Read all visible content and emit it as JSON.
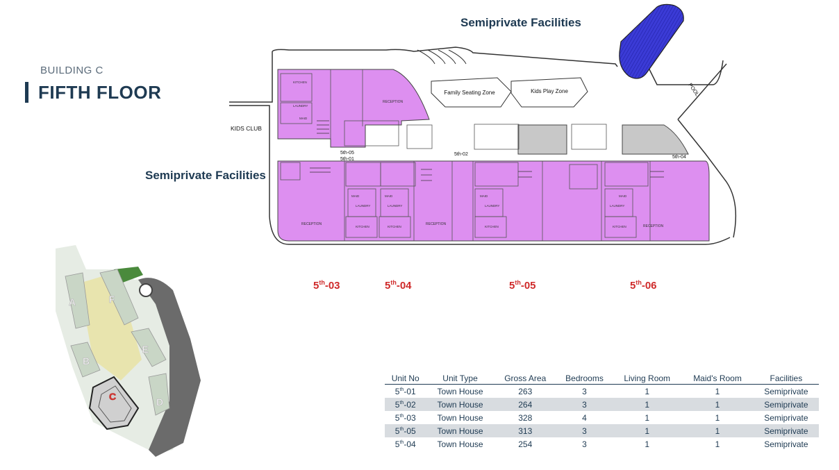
{
  "header": {
    "building": "BUILDING C",
    "floor": "FIFTH FLOOR"
  },
  "callouts": {
    "top": "Semiprivate Facilities",
    "left": "Semiprivate Facilities"
  },
  "plan_labels": {
    "kids_club": "KIDS CLUB",
    "family_seating": "Family Seating Zone",
    "kids_play": "Kids Play Zone",
    "pool": "POOL",
    "reception": "RECEPTION",
    "kitchen": "KITCHEN",
    "maid": "MAID",
    "laundry": "LAUNDRY",
    "u05": "5th-05",
    "u01": "5th-01",
    "u02": "5th-02",
    "u04": "5th-04"
  },
  "keyplan_labels": [
    "A",
    "F",
    "B",
    "E",
    "C",
    "D"
  ],
  "units": [
    {
      "base": "5",
      "sup": "th",
      "suffix": "-03"
    },
    {
      "base": "5",
      "sup": "th",
      "suffix": "-04"
    },
    {
      "base": "5",
      "sup": "th",
      "suffix": "-05"
    },
    {
      "base": "5",
      "sup": "th",
      "suffix": "-06"
    }
  ],
  "table": {
    "headers": [
      "Unit No",
      "Unit Type",
      "Gross Area",
      "Bedrooms",
      "Living Room",
      "Maid's Room",
      "Facilities"
    ],
    "rows": [
      {
        "no_base": "5",
        "no_sup": "th",
        "no_suffix": "-01",
        "type": "Town House",
        "area": "263",
        "bedrooms": "3",
        "living": "1",
        "maid": "1",
        "facilities": "Semiprivate"
      },
      {
        "no_base": "5",
        "no_sup": "th",
        "no_suffix": "-02",
        "type": "Town House",
        "area": "264",
        "bedrooms": "3",
        "living": "1",
        "maid": "1",
        "facilities": "Semiprivate"
      },
      {
        "no_base": "5",
        "no_sup": "th",
        "no_suffix": "-03",
        "type": "Town House",
        "area": "328",
        "bedrooms": "4",
        "living": "1",
        "maid": "1",
        "facilities": "Semiprivate"
      },
      {
        "no_base": "5",
        "no_sup": "th",
        "no_suffix": "-05",
        "type": "Town House",
        "area": "313",
        "bedrooms": "3",
        "living": "1",
        "maid": "1",
        "facilities": "Semiprivate"
      },
      {
        "no_base": "5",
        "no_sup": "th",
        "no_suffix": "-04",
        "type": "Town House",
        "area": "254",
        "bedrooms": "3",
        "living": "1",
        "maid": "1",
        "facilities": "Semiprivate"
      }
    ]
  },
  "colors": {
    "title": "#1e3a52",
    "unit_red": "#cf2a2a",
    "purple": "#dd8ff0",
    "pool_blue": "#3b3bd6",
    "keyplan_green": "#a9c9a0"
  }
}
